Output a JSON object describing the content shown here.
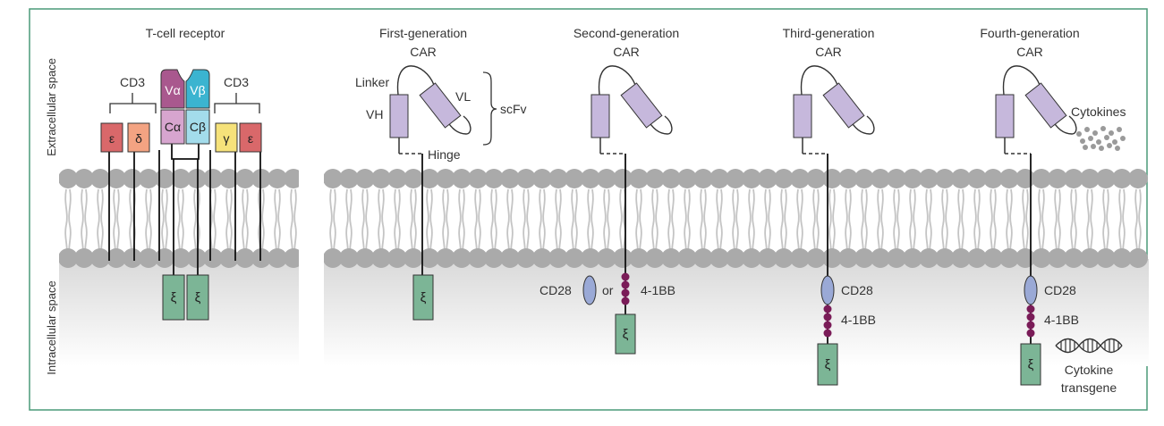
{
  "regions": {
    "extracellular": "Extracellular space",
    "intracellular": "Intracellular space"
  },
  "panels": [
    {
      "id": "tcr",
      "title": [
        "T-cell receptor"
      ]
    },
    {
      "id": "gen1",
      "title": [
        "First-generation",
        "CAR"
      ]
    },
    {
      "id": "gen2",
      "title": [
        "Second-generation",
        "CAR"
      ]
    },
    {
      "id": "gen3",
      "title": [
        "Third-generation",
        "CAR"
      ]
    },
    {
      "id": "gen4",
      "title": [
        "Fourth-generation",
        "CAR"
      ]
    }
  ],
  "tcr": {
    "cd3_left": "CD3",
    "cd3_right": "CD3",
    "epsilon": "ε",
    "delta": "δ",
    "gamma": "γ",
    "v_alpha": "Vα",
    "v_beta": "Vβ",
    "c_alpha": "Cα",
    "c_beta": "Cβ",
    "zeta": "ξ"
  },
  "car": {
    "linker": "Linker",
    "vh": "VH",
    "vl": "VL",
    "scfv": "scFv",
    "hinge": "Hinge",
    "zeta": "ξ",
    "cd28": "CD28",
    "or": "or",
    "four_1bb": "4-1BB",
    "cytokines": "Cytokines",
    "cytokine_transgene": [
      "Cytokine",
      "transgene"
    ]
  },
  "colors": {
    "border": "#4a9a78",
    "membrane_head": "#aaaaaa",
    "membrane_tail": "#c4c4c4",
    "intracellular_bg": "#eeeeee",
    "epsilon": "#d9686a",
    "delta": "#f3a382",
    "gamma": "#f6e27a",
    "v_alpha": "#a9588e",
    "v_beta": "#3bb4d0",
    "c_alpha": "#d7a5cf",
    "c_beta": "#a3dceb",
    "zeta": "#7cb596",
    "scfv": "#c6b8dc",
    "cd28": "#9aa9d6",
    "four_1bb": "#7a1c58",
    "cytokine": "#9a9a9a"
  }
}
